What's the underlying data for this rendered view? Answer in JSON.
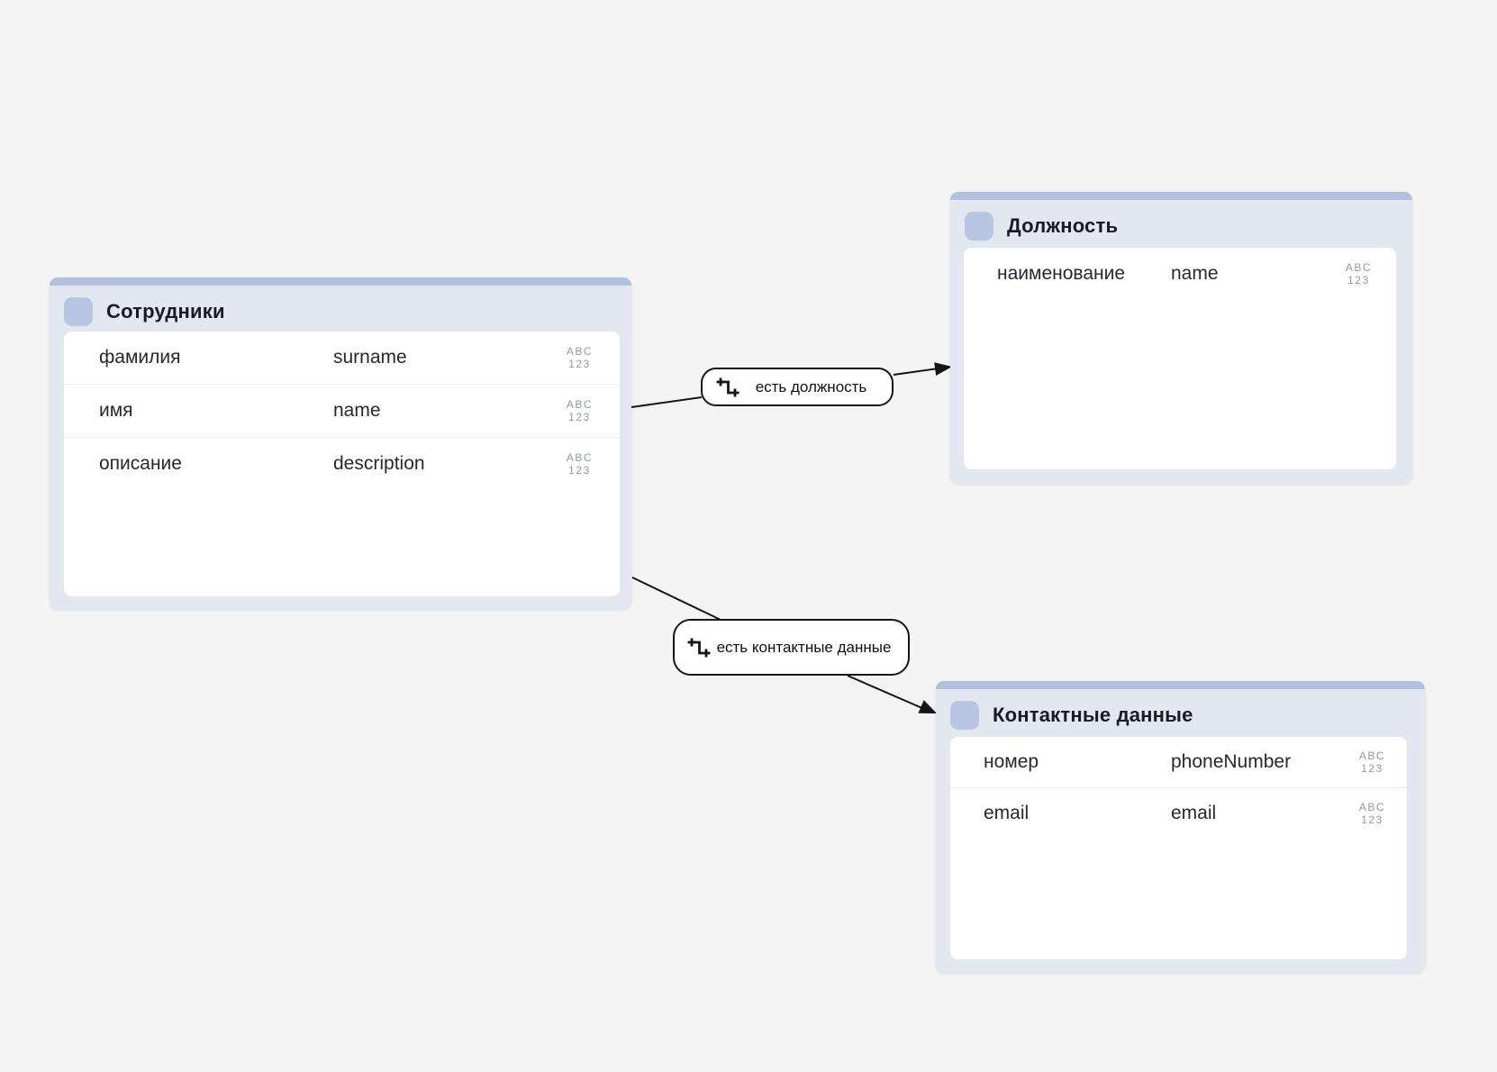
{
  "canvas": {
    "background": "#f4f4f5",
    "accent_bar_color": "#b2c0dc",
    "card_background": "#e3e8f0",
    "entity_icon_color": "#b8c5e3",
    "connector_color": "#141517"
  },
  "entities": [
    {
      "title": "Сотрудники",
      "fields": [
        {
          "name": "фамилия",
          "key": "surname",
          "type_top": "ABC",
          "type_bottom": "123"
        },
        {
          "name": "имя",
          "key": "name",
          "type_top": "ABC",
          "type_bottom": "123"
        },
        {
          "name": "описание",
          "key": "description",
          "type_top": "ABC",
          "type_bottom": "123"
        }
      ]
    },
    {
      "title": "Должность",
      "fields": [
        {
          "name": "наименование",
          "key": "name",
          "type_top": "ABC",
          "type_bottom": "123"
        }
      ]
    },
    {
      "title": "Контактные данные",
      "fields": [
        {
          "name": "номер",
          "key": "phoneNumber",
          "type_top": "ABC",
          "type_bottom": "123"
        },
        {
          "name": "email",
          "key": "email",
          "type_top": "ABC",
          "type_bottom": "123"
        }
      ]
    }
  ],
  "relationships": [
    {
      "label": "есть должность"
    },
    {
      "label": "есть контактные данные"
    }
  ]
}
